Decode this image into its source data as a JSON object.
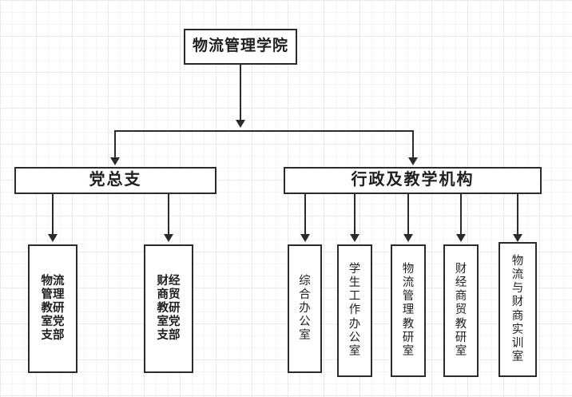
{
  "diagram": {
    "type": "organizational-chart",
    "title": "物流管理学院",
    "colors": {
      "stroke": "#2b2b2b",
      "node_fill": "#ffffff",
      "text": "#1f1f1f",
      "grid_minor": "#f4f4f4",
      "grid_major": "#e9e9e9",
      "background": "#ffffff"
    },
    "root": {
      "label": "物流管理学院"
    },
    "level2": [
      {
        "label": "党总支"
      },
      {
        "label": "行政及教学机构"
      }
    ],
    "branch_party": [
      {
        "label": "物流\n管理\n教研\n室党\n支部"
      },
      {
        "label": "财经\n商贸\n教研\n室党\n支部"
      }
    ],
    "branch_admin": [
      {
        "label": "综\n合\n办\n公\n室"
      },
      {
        "label": "学\n生\n工\n作\n办\n公\n室"
      },
      {
        "label": "物\n流\n管\n理\n教\n研\n室"
      },
      {
        "label": "财\n经\n商\n贸\n教\n研\n室"
      },
      {
        "label": "物\n流\n与\n财\n商\n实\n训\n室"
      }
    ]
  }
}
